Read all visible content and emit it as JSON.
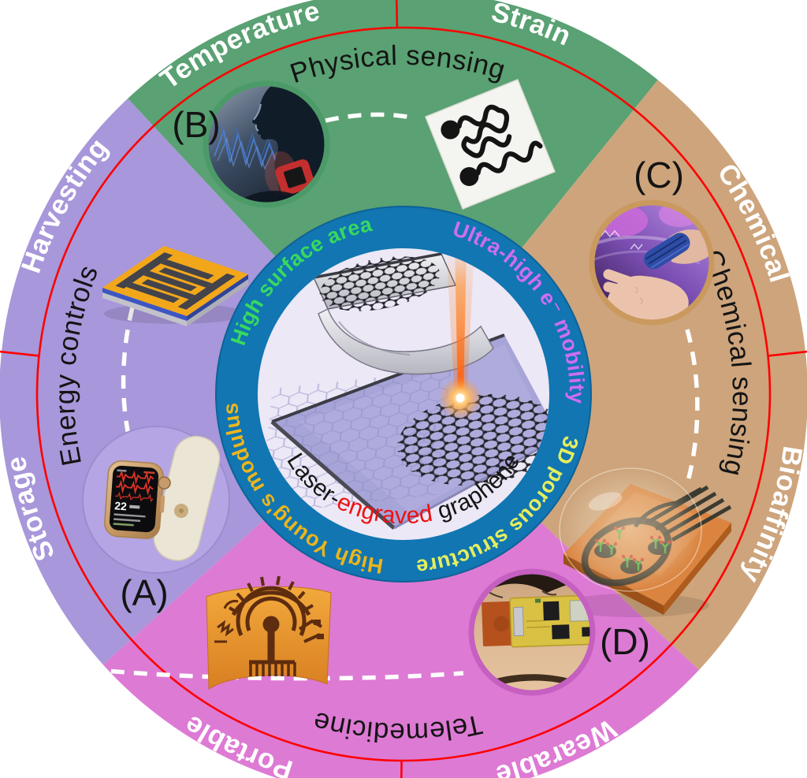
{
  "title": "Laser-engraved graphene",
  "colors": {
    "background": "#ffffff",
    "divider_red": "#ff0000",
    "ring_blue": "#1176b2",
    "center_disc": "#ece8f6",
    "dashed_connector": "#ffffff"
  },
  "sectors": {
    "physical": {
      "label": "Physical sensing",
      "sub1": "Temperature",
      "sub2": "Strain",
      "color": "#5aa173"
    },
    "chemical": {
      "label": "Chemical sensing",
      "sub1": "Chemical",
      "sub2": "Bioaffinity",
      "color": "#cda47c"
    },
    "wearable": {
      "label": "Telemedicine",
      "sub1": "Wearable",
      "sub2": "Portable",
      "color": "#dd7ad4"
    },
    "energy": {
      "label": "Energy controls",
      "sub1": "Storage",
      "sub2": "Harvesting",
      "color": "#a897da"
    }
  },
  "ring": {
    "top_left": {
      "text": "High surface area",
      "color": "#38d95f"
    },
    "top_right": {
      "text": "Ultra-high e⁻ mobility",
      "color": "#cf6df2"
    },
    "bottom_right": {
      "text": "3D porous structure",
      "color": "#e5ee5e"
    },
    "bottom_left": {
      "text": "High Young's modulus",
      "color": "#ecb51c"
    }
  },
  "center_title": {
    "part1": "Laser-",
    "part2": "engraved",
    "part3": " graphene",
    "part2_color": "#ee1111"
  },
  "panel_labels": {
    "a": "(A)",
    "b": "(B)",
    "c": "(C)",
    "d": "(D)"
  },
  "watch": {
    "reading": "22"
  }
}
